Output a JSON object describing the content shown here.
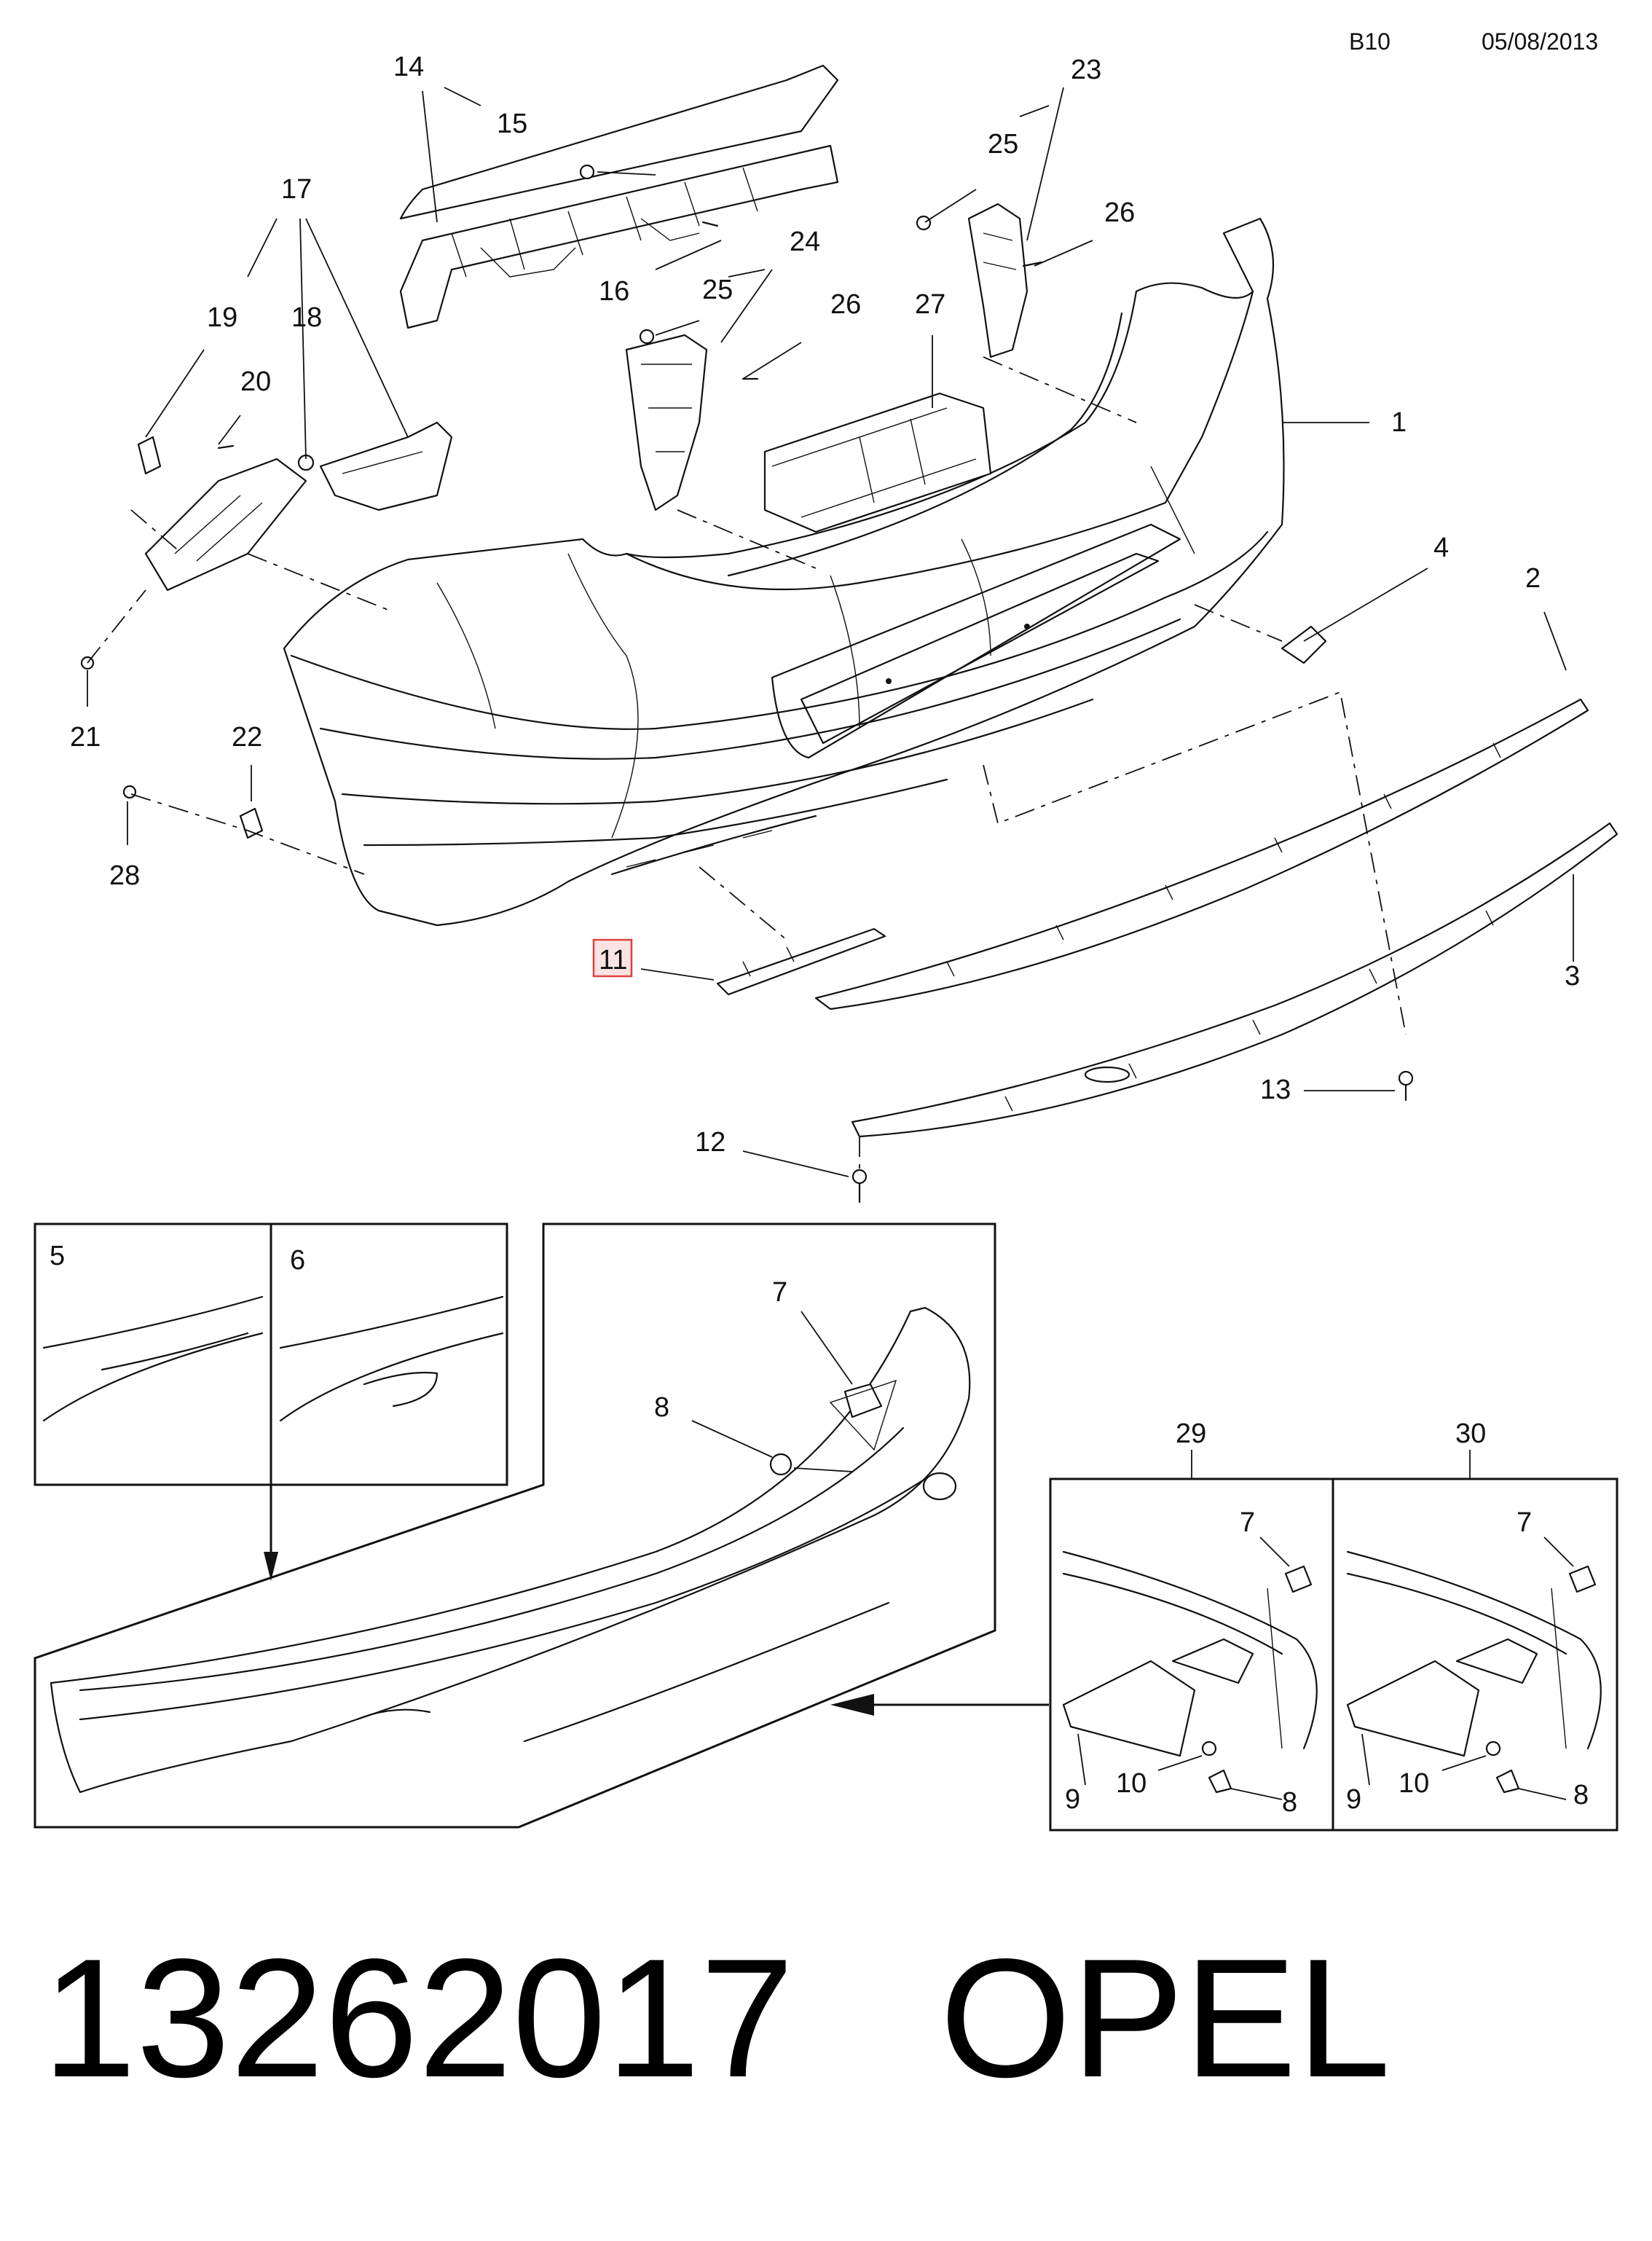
{
  "header": {
    "code": "B10",
    "date": "05/08/2013"
  },
  "callouts": {
    "c1": "1",
    "c2": "2",
    "c3": "3",
    "c4": "4",
    "c5": "5",
    "c6": "6",
    "c7a": "7",
    "c7b": "7",
    "c7c": "7",
    "c8a": "8",
    "c8b": "8",
    "c8c": "8",
    "c9a": "9",
    "c9b": "9",
    "c10a": "10",
    "c10b": "10",
    "c11": "11",
    "c12": "12",
    "c13": "13",
    "c14": "14",
    "c15": "15",
    "c16": "16",
    "c17": "17",
    "c18": "18",
    "c19": "19",
    "c20": "20",
    "c21": "21",
    "c22": "22",
    "c23": "23",
    "c24": "24",
    "c25a": "25",
    "c25b": "25",
    "c26a": "26",
    "c26b": "26",
    "c27": "27",
    "c28": "28",
    "c29": "29",
    "c30": "30"
  },
  "highlight": {
    "part": "11",
    "color": "#e04040"
  },
  "footer": {
    "part_number": "13262017",
    "brand": "OPEL"
  }
}
